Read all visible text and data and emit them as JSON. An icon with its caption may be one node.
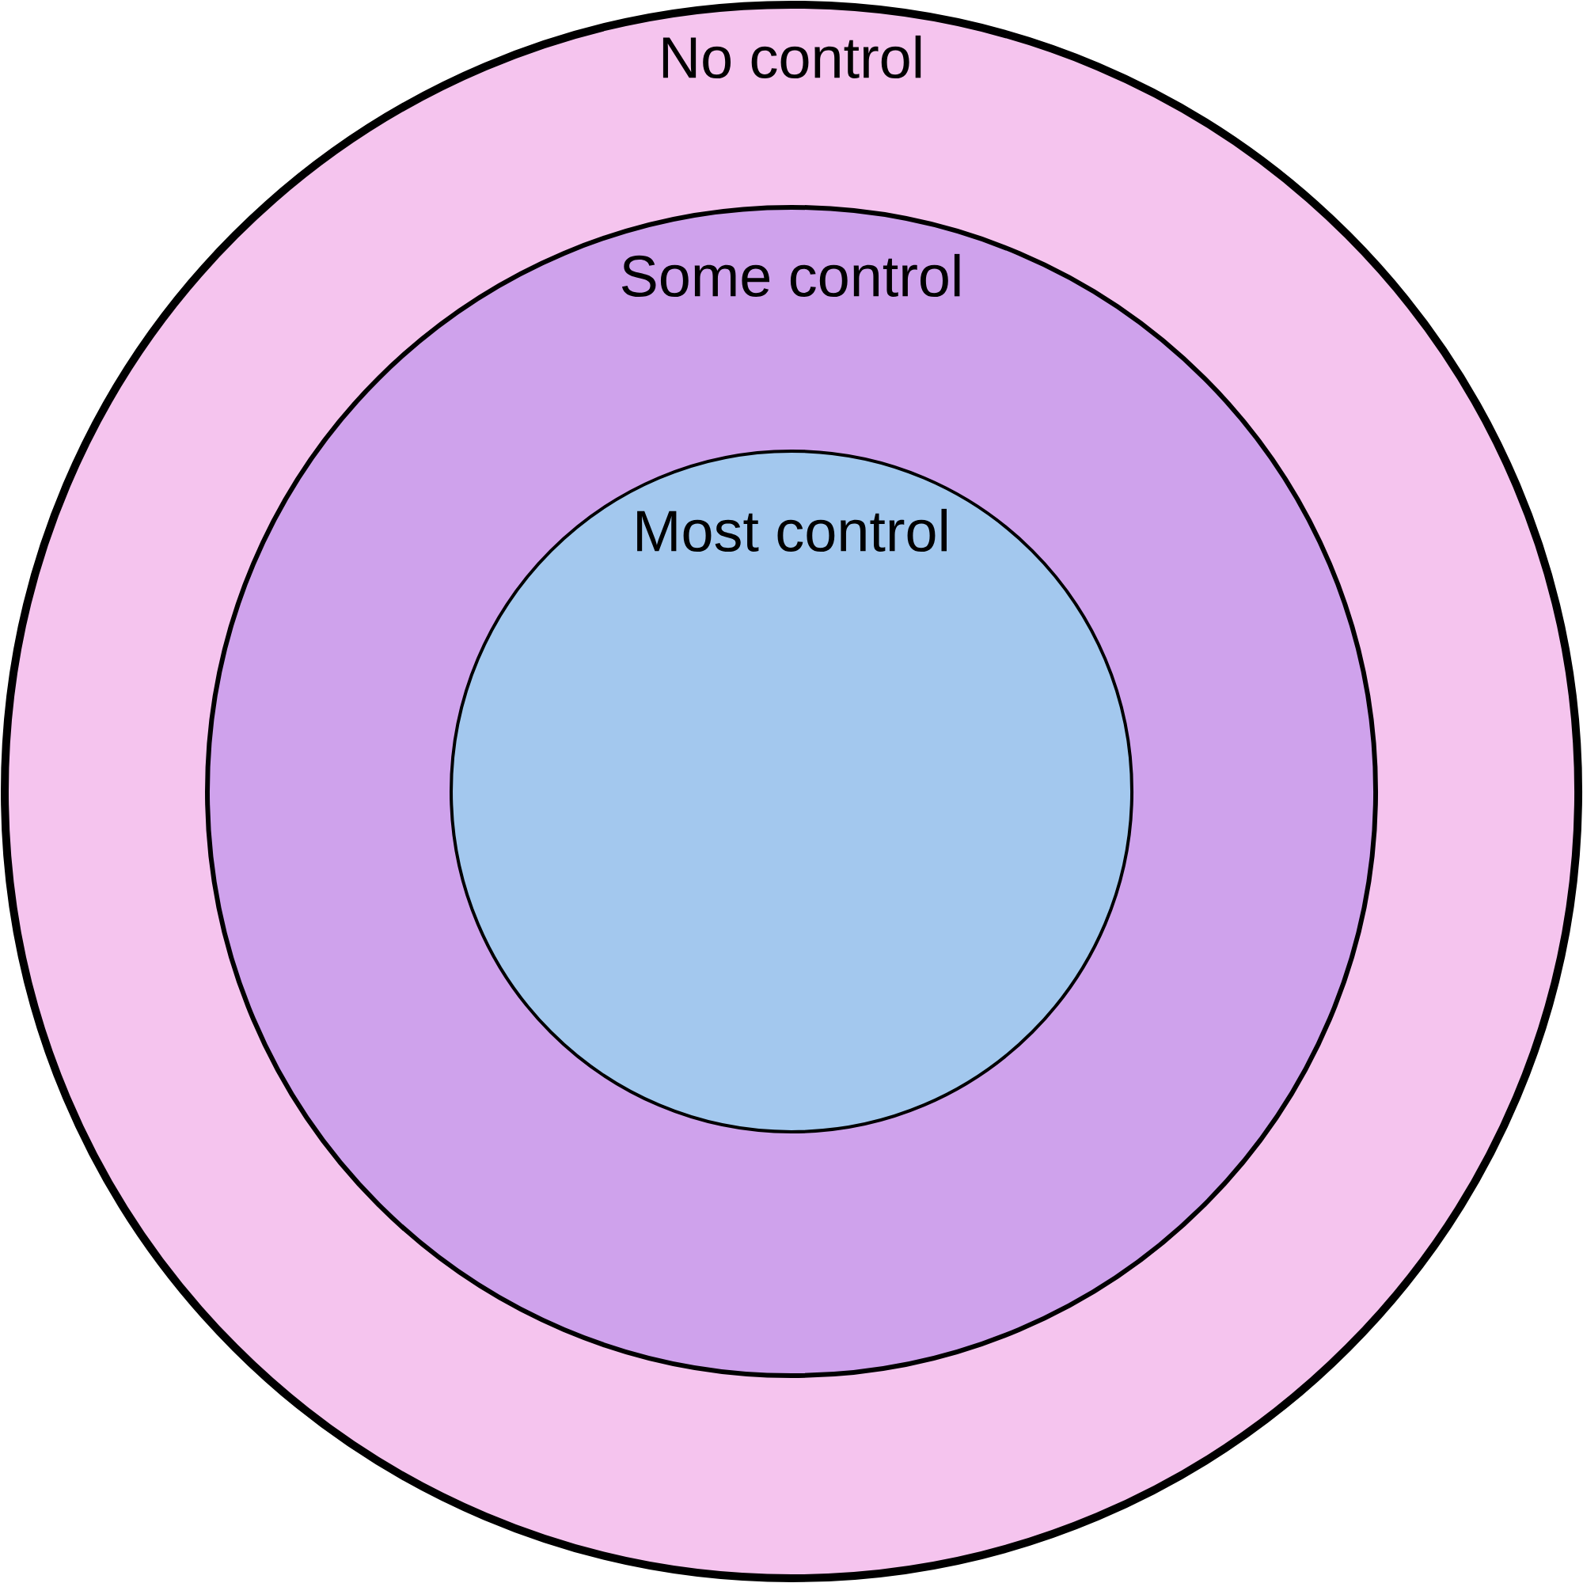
{
  "diagram": {
    "nodes": [
      {
        "text": [
          "No control"
        ]
      },
      {
        "text": [
          "Some control"
        ],
        "in": 0
      },
      {
        "text": [
          "Most control"
        ],
        "in": 1
      }
    ]
  }
}
